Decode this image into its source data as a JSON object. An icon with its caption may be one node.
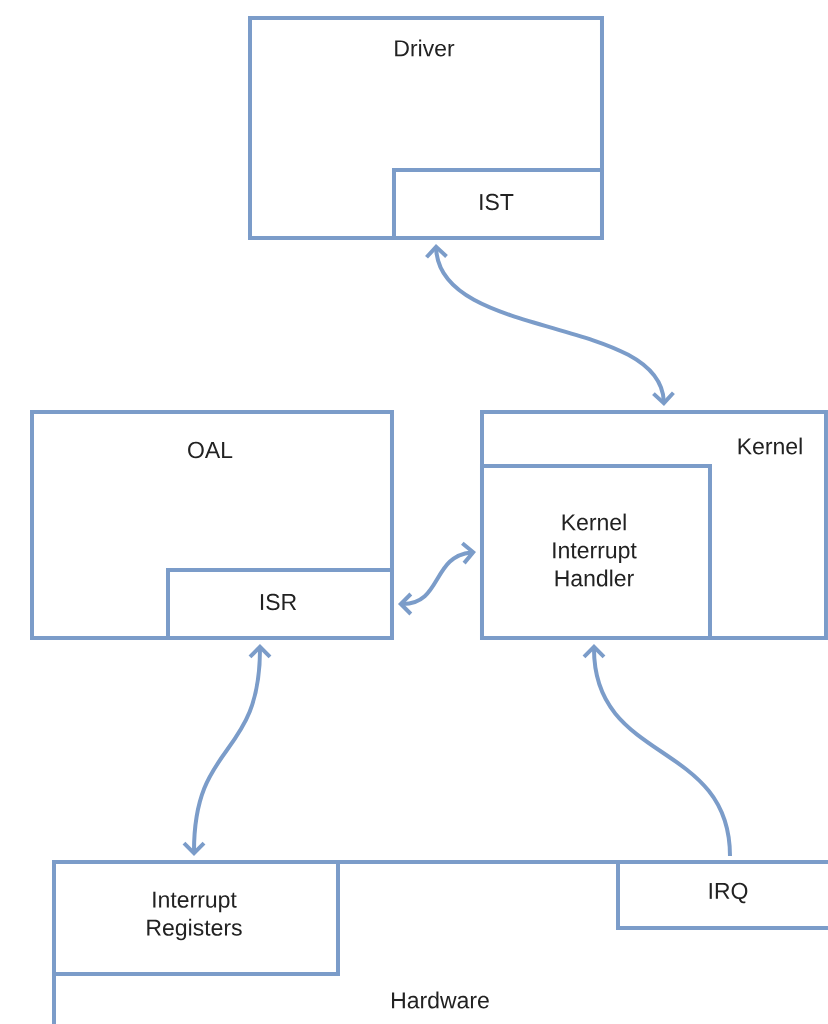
{
  "diagram": {
    "nodes": [
      {
        "text": [
          "Driver"
        ]
      },
      {
        "text": [
          "IST"
        ],
        "in": 0
      },
      {
        "text": [
          "OAL"
        ]
      },
      {
        "text": [
          "ISR"
        ],
        "in": 2
      },
      {
        "text": [
          "Kernel"
        ]
      },
      {
        "text": [
          "Kernel Interrupt Handler"
        ],
        "in": 4
      },
      {
        "text": [
          "Hardware"
        ]
      },
      {
        "text": [
          "Interrupt Registers"
        ],
        "in": 6
      },
      {
        "text": [
          "IRQ"
        ],
        "in": 6
      }
    ],
    "edges": [
      {
        "from": 1,
        "to": 4,
        "arrow": "both"
      },
      {
        "from": 3,
        "to": 5,
        "arrow": "both"
      },
      {
        "from": 3,
        "to": 7,
        "arrow": "both"
      },
      {
        "from": 8,
        "to": 5,
        "arrow": "to"
      }
    ]
  }
}
